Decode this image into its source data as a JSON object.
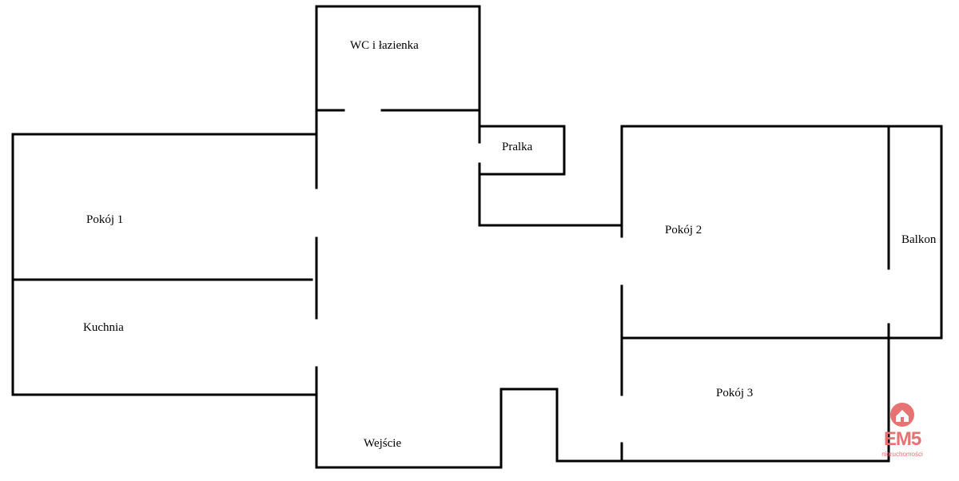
{
  "rooms": {
    "wc": "WC i łazienka",
    "pralka": "Pralka",
    "pokoj1": "Pokój 1",
    "kuchnia": "Kuchnia",
    "pokoj2": "Pokój 2",
    "balkon": "Balkon",
    "pokoj3": "Pokój 3",
    "wejscie": "Wejście"
  },
  "logo": {
    "brand": "EM5",
    "sub": "nieruchomości",
    "icon": "house-icon",
    "color": "#e57373"
  },
  "colors": {
    "wall": "#000000",
    "background": "#ffffff"
  }
}
